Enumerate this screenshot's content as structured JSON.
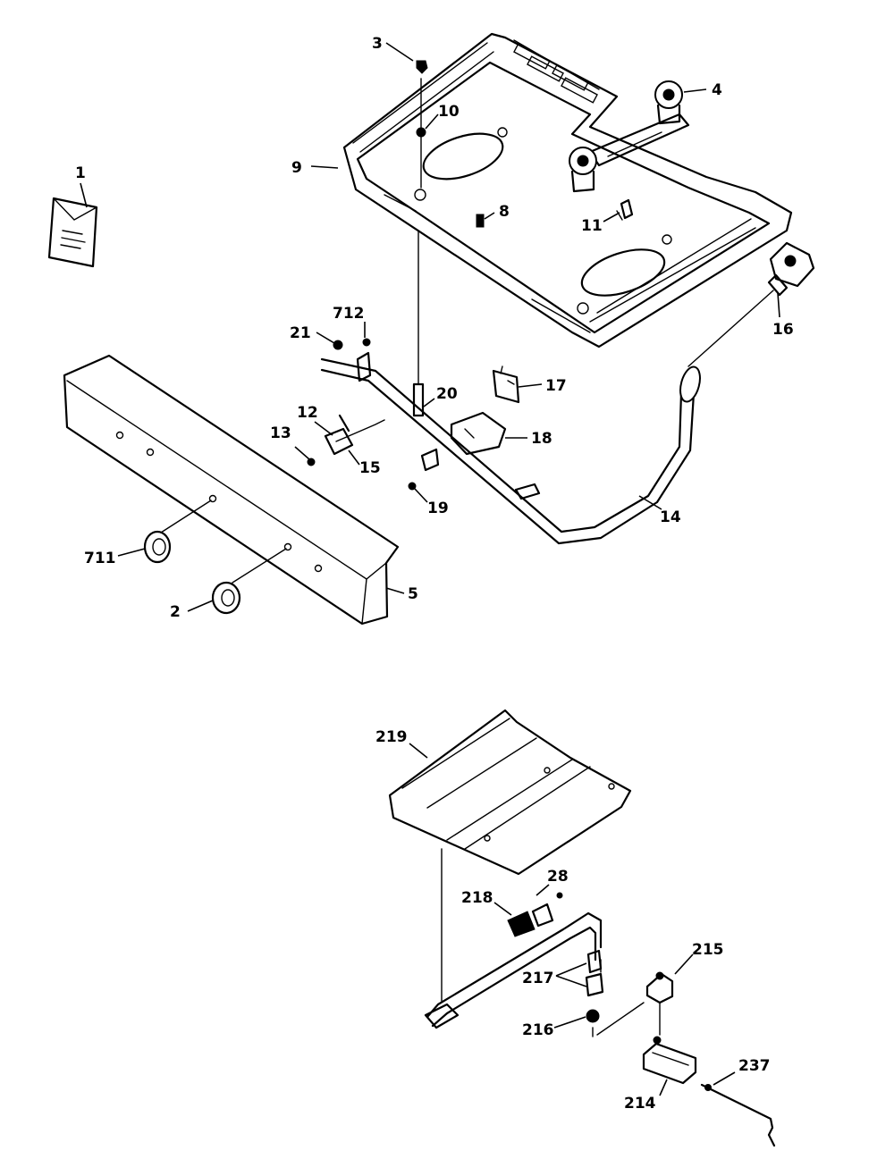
{
  "callouts": {
    "p1": "1",
    "p2": "2",
    "p3": "3",
    "p4": "4",
    "p5": "5",
    "p8": "8",
    "p9": "9",
    "p10": "10",
    "p11": "11",
    "p12": "12",
    "p13": "13",
    "p14": "14",
    "p15": "15",
    "p16": "16",
    "p17": "17",
    "p18": "18",
    "p19": "19",
    "p20": "20",
    "p21": "21",
    "p711": "711",
    "p712": "712",
    "p219": "219",
    "p28": "28",
    "p218": "218",
    "p215": "215",
    "p217": "217",
    "p216": "216",
    "p214": "214",
    "p237": "237"
  }
}
